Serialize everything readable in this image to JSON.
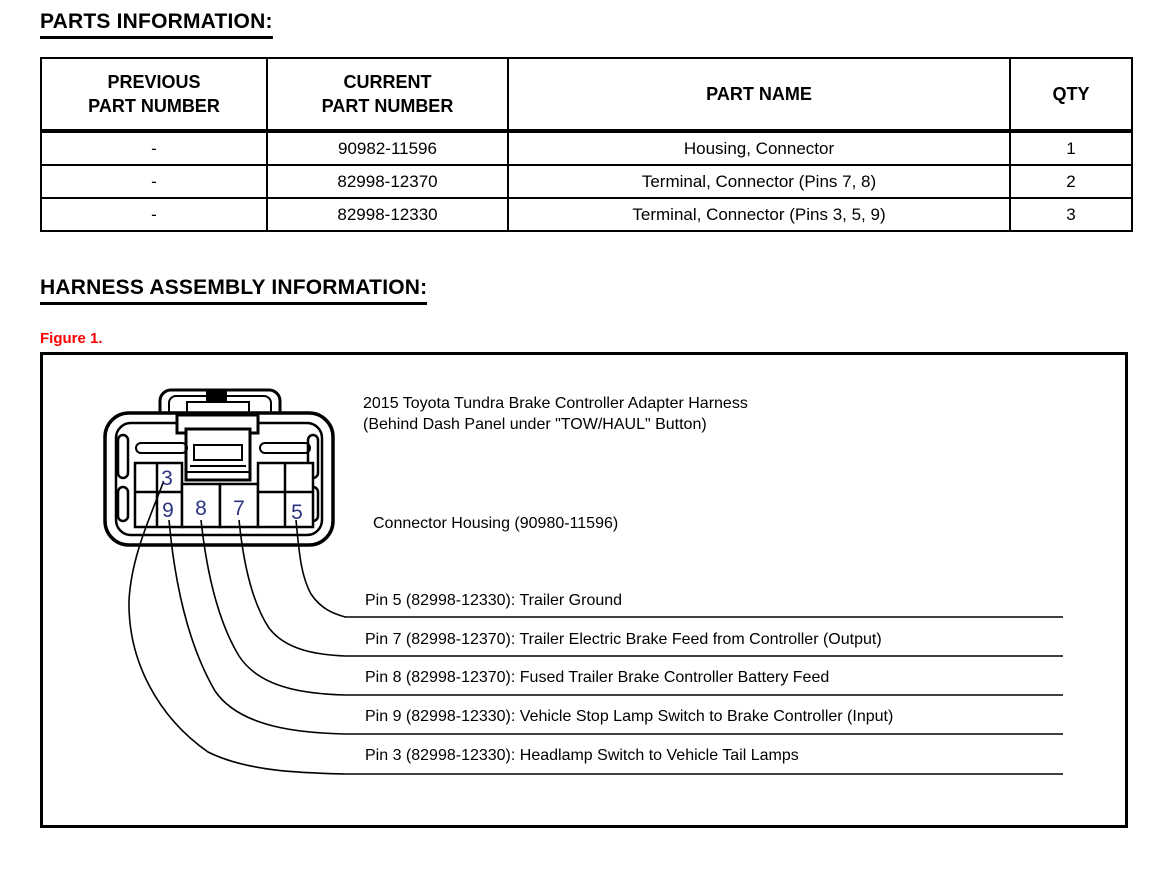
{
  "page": {
    "parts_heading": "PARTS INFORMATION:",
    "harness_heading": "HARNESS ASSEMBLY INFORMATION:",
    "figure_label": "Figure 1."
  },
  "parts_table": {
    "headers": [
      {
        "line1": "PREVIOUS",
        "line2": "PART NUMBER"
      },
      {
        "line1": "CURRENT",
        "line2": "PART NUMBER"
      },
      {
        "line1": "PART NAME",
        "line2": ""
      },
      {
        "line1": "QTY",
        "line2": ""
      }
    ],
    "rows": [
      {
        "previous": "-",
        "current": "90982-11596",
        "name": "Housing, Connector",
        "qty": "1"
      },
      {
        "previous": "-",
        "current": "82998-12370",
        "name": "Terminal, Connector (Pins 7, 8)",
        "qty": "2"
      },
      {
        "previous": "-",
        "current": "82998-12330",
        "name": "Terminal, Connector (Pins 3, 5, 9)",
        "qty": "3"
      }
    ]
  },
  "figure": {
    "title_line1": "2015 Toyota Tundra Brake Controller Adapter Harness",
    "title_line2": "(Behind Dash Panel under \"TOW/HAUL\" Button)",
    "housing_label": "Connector Housing (90980-11596)",
    "pins": {
      "p3": "3",
      "p9": "9",
      "p8": "8",
      "p7": "7",
      "p5": "5"
    },
    "pin_labels": [
      "Pin 5 (82998-12330): Trailer Ground",
      "Pin 7 (82998-12370): Trailer Electric Brake Feed from Controller (Output)",
      "Pin 8 (82998-12370): Fused Trailer Brake Controller Battery Feed",
      "Pin 9 (82998-12330): Vehicle Stop Lamp Switch to Brake Controller (Input)",
      "Pin 3 (82998-12330): Headlamp Switch to Vehicle Tail Lamps"
    ]
  },
  "colors": {
    "figure_label_red": "#ff0000",
    "pin_digit_navy": "#2b3480",
    "line_black": "#000000",
    "background": "#ffffff"
  }
}
